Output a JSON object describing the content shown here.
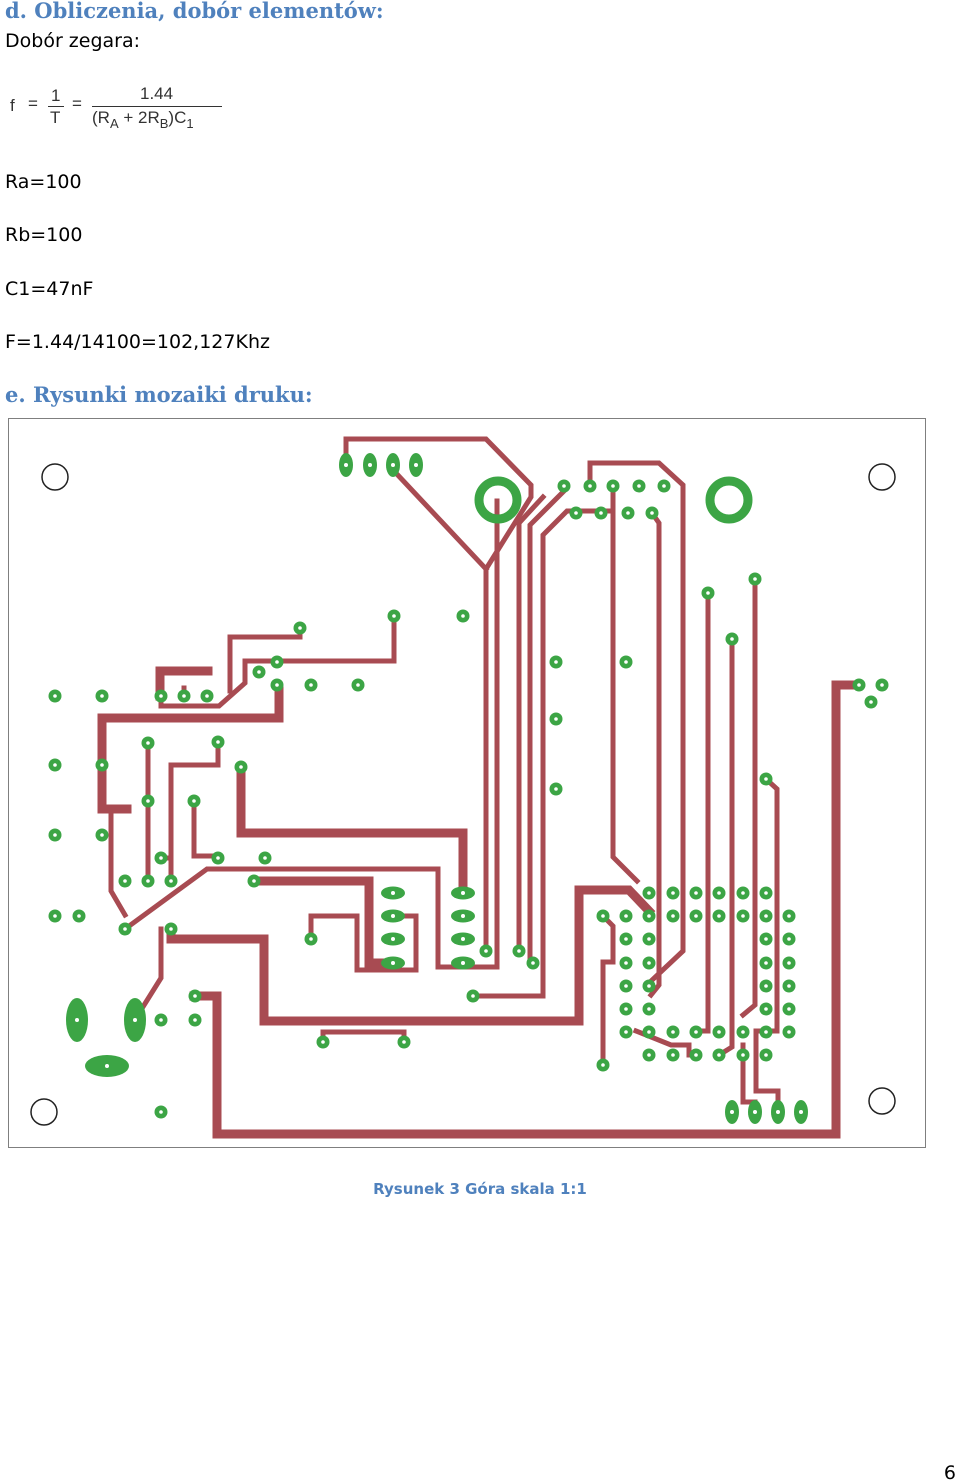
{
  "section_d": {
    "heading": "d. Obliczenia, dobór elementów:",
    "clock_label": "Dobór zegara:"
  },
  "formula": {
    "f": "f",
    "eq1": "=",
    "one": "1",
    "T": "T",
    "eq2": "=",
    "numerator": "1.44",
    "den_open": "(R",
    "den_a": "A",
    "den_plus": " + 2R",
    "den_b": "B",
    "den_close": ")C",
    "den_1": "1"
  },
  "values": {
    "ra": "Ra=100",
    "rb": "Rb=100",
    "c1": "C1=47nF",
    "f": "F=1.44/14100=102,127Khz"
  },
  "section_e": {
    "heading": "e. Rysunki mozaiki druku:"
  },
  "figure": {
    "caption": "Rysunek 3 Góra skala 1:1"
  },
  "colors": {
    "trace": "#a84b52",
    "pad": "#3ca545",
    "heading": "#4f81bd"
  },
  "page_number": "6"
}
